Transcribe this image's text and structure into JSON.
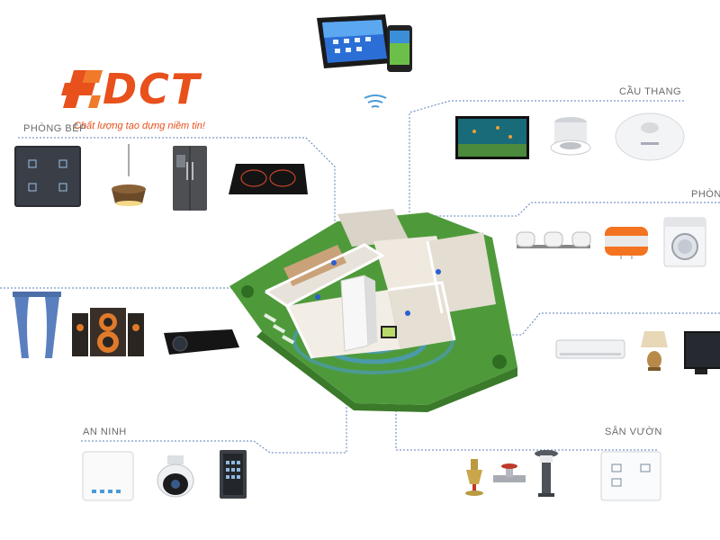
{
  "brand": {
    "logo_text": "DCT",
    "slogan": "Chất lượng tạo dựng niềm tin!",
    "accent_color": "#e8501c"
  },
  "zones": {
    "kitchen": "PHÒNG BẾP",
    "stairs": "CẦU THANG",
    "room_right": "PHÒN",
    "security": "AN NINH",
    "garden": "SÂN VƯỜN"
  },
  "colors": {
    "connector": "#5a7fb8",
    "wifi": "#4a9bd8",
    "lawn": "#4e9a3a"
  },
  "icons": [
    "tablet-icon",
    "smartphone-icon",
    "wifi-signal-icon",
    "touch-switch-icon",
    "pendant-lamp-icon",
    "refrigerator-icon",
    "induction-cooktop-icon",
    "aquarium-tv-icon",
    "downlight-icon",
    "motion-sensor-icon",
    "wall-lights-icon",
    "water-heater-icon",
    "washing-machine-icon",
    "curtain-icon",
    "speakers-icon",
    "projector-icon",
    "air-conditioner-icon",
    "table-lamp-icon",
    "tv-icon",
    "router-icon",
    "ptz-camera-icon",
    "keypad-icon",
    "sprinkler-icon",
    "valve-icon",
    "garden-light-icon",
    "wall-switch-icon",
    "smart-house-icon"
  ]
}
